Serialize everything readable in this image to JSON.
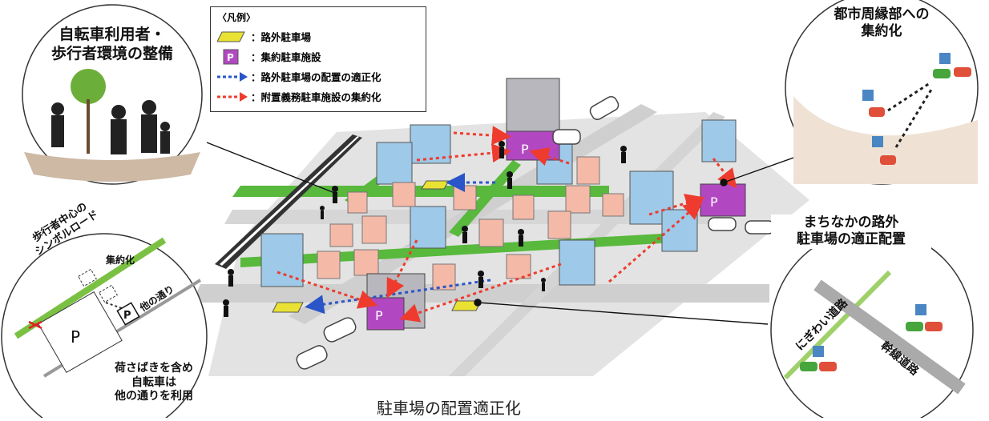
{
  "caption": "駐車場の配置適正化",
  "legend": {
    "title": "〈凡例〉",
    "items": [
      {
        "label": "：路外駐車場",
        "symbol": "surface-parking-icon",
        "color": "#e9e233"
      },
      {
        "label": "：集約駐車施設",
        "symbol": "parking-structure-icon",
        "color": "#b248c1"
      },
      {
        "label": "：路外駐車場の配置の適正化",
        "symbol": "blue-dotted-arrow-icon",
        "color": "#2a55c8"
      },
      {
        "label": "：附置義務駐車施設の集約化",
        "symbol": "red-dotted-arrow-icon",
        "color": "#ee3b2e"
      }
    ]
  },
  "callouts": {
    "pedestrian": [
      "自転車利用者・",
      "歩行者環境の整備"
    ],
    "periphery": [
      "都市周縁部への",
      "集約化"
    ],
    "downtown": [
      "まちなかの路外",
      "駐車場の適正配置"
    ],
    "symbol_road": [
      "歩行者中心の",
      "シンボルロード"
    ],
    "consolidate": "集約化",
    "other_street": "他の通り",
    "loading": [
      "荷さばきを含め",
      "自転車は",
      "他の通りを利用"
    ],
    "busy_road": "にぎわい道路",
    "arterial_road": "幹線道路",
    "parking_mark": "P"
  },
  "colors": {
    "green_street": "#58b93c",
    "road": "#c9c9c9",
    "block_blue": "#9ec9e8",
    "block_pink": "#f4b9a7",
    "block_purple": "#b248c1",
    "blue_arrow": "#2a55c8",
    "red_arrow": "#ee3b2e"
  }
}
